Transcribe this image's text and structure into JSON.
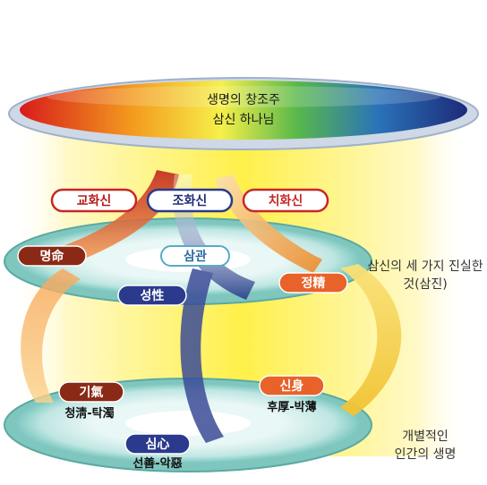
{
  "top_ellipse": {
    "line1": "생명의 창조주",
    "line2": "삼신 하나님"
  },
  "pills": {
    "gyohwasin": "교화신",
    "johwasin": "조화신",
    "chihwasin": "치화신",
    "samgwan": "삼관",
    "myeongmyeong": "명命",
    "seongseong": "성性",
    "jeongjeong": "정精",
    "giqi": "기氣",
    "sinsin": "신身",
    "simsim": "심心"
  },
  "sublabels": {
    "cheongtak": "청淸-탁濁",
    "hubak": "후厚-박薄",
    "seonak": "선善-악惡"
  },
  "side_labels": {
    "middle_line1": "삼신의 세 가지 진실한",
    "middle_line2": "것(삼진)",
    "bottom_line1": "개별적인",
    "bottom_line2": "인간의 생명"
  },
  "colors": {
    "red_pill_border": "#c62828",
    "blue_pill_border": "#2a3a8a",
    "orange_pill_fill": "#e8622a",
    "brown_pill_fill": "#8a2a16",
    "navy_pill_fill": "#2b3a8c",
    "teal_ring": "#66b9b3",
    "column_yellow": "#fff27a"
  }
}
